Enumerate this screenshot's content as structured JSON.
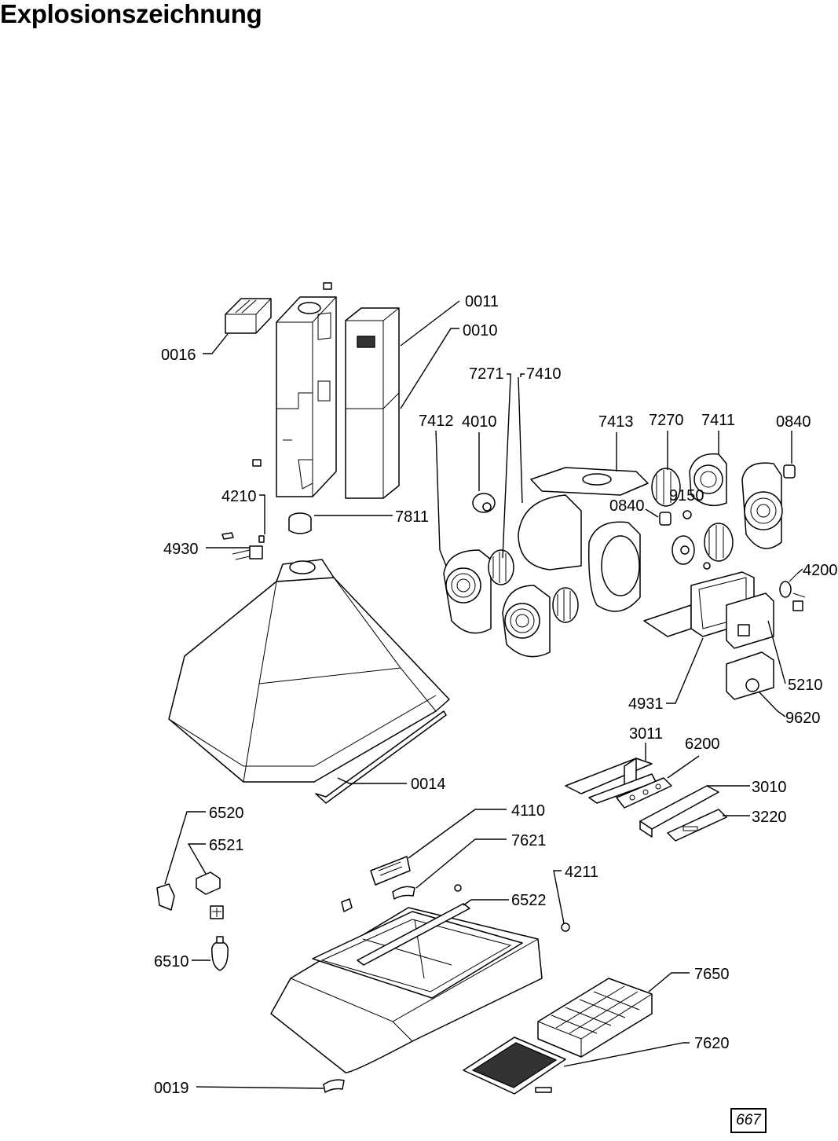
{
  "title": "Explosionszeichnung",
  "page_number": "667",
  "labels": {
    "p0011": "0011",
    "p0010": "0010",
    "p0016": "0016",
    "p7271": "7271",
    "p7410": "7410",
    "p7412": "7412",
    "p4010": "4010",
    "p7413": "7413",
    "p7270": "7270",
    "p7411": "7411",
    "p0840a": "0840",
    "p0840b": "0840",
    "p9150": "9150",
    "p4210": "4210",
    "p7811": "7811",
    "p4930": "4930",
    "p4200": "4200",
    "p5210": "5210",
    "p4931": "4931",
    "p9620": "9620",
    "p3011": "3011",
    "p6200": "6200",
    "p3010": "3010",
    "p3220": "3220",
    "p0014": "0014",
    "p6520": "6520",
    "p6521": "6521",
    "p4110": "4110",
    "p7621": "7621",
    "p4211": "4211",
    "p6522": "6522",
    "p6510": "6510",
    "p7650": "7650",
    "p7620": "7620",
    "p0019": "0019"
  }
}
